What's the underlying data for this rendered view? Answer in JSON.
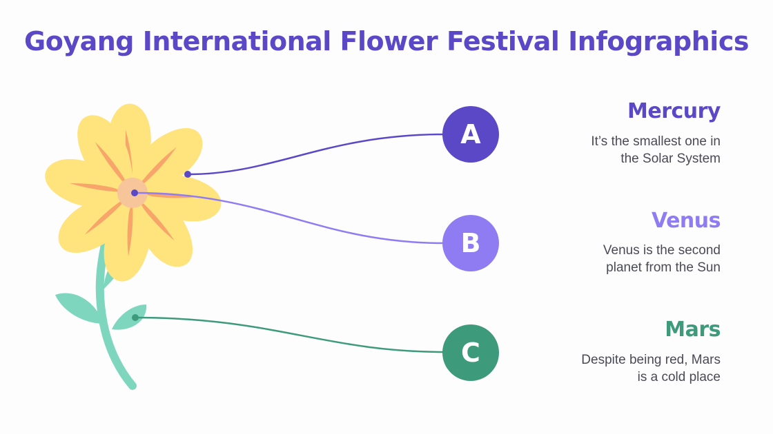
{
  "title": "Goyang International Flower Festival Infographics",
  "colors": {
    "title": "#5a48c6",
    "mercury": "#5a48c6",
    "venus": "#8f7cf2",
    "mars": "#3d9a7a",
    "petal": "#ffe37d",
    "petal_stripe": "#f7a56a",
    "center": "#f6c59a",
    "stem": "#7fd6bf"
  },
  "items": [
    {
      "letter": "A",
      "title": "Mercury",
      "desc_line1": "It’s the smallest one in",
      "desc_line2": "the Solar System"
    },
    {
      "letter": "B",
      "title": "Venus",
      "desc_line1": "Venus is the second",
      "desc_line2": "planet from the Sun"
    },
    {
      "letter": "C",
      "title": "Mars",
      "desc_line1": "Despite being red, Mars",
      "desc_line2": "is a cold place"
    }
  ]
}
